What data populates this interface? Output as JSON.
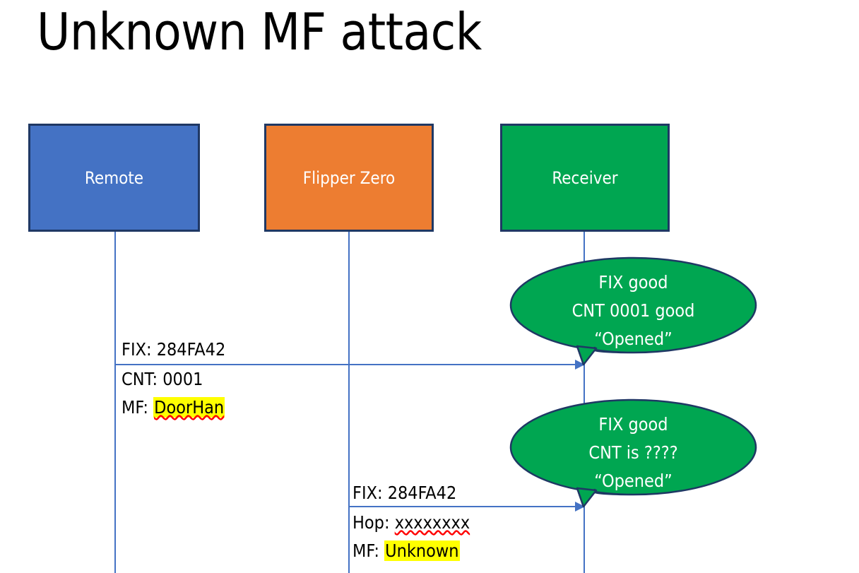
{
  "slide": {
    "title": "Unknown MF attack",
    "background": "#FFFFFF"
  },
  "colors": {
    "remote_fill": "#4472C4",
    "flipper_fill": "#ED7D31",
    "receiver_fill": "#00A651",
    "box_border": "#1F3864",
    "lifeline": "#4472C4",
    "callout_fill": "#00A651",
    "callout_border": "#1F3864",
    "highlight": "#FFFF00",
    "spellcheck_underline": "#FF0000",
    "text": "#000000",
    "box_label_text": "#FFFFFF"
  },
  "actors": [
    {
      "id": "remote",
      "label": "Remote"
    },
    {
      "id": "flipper",
      "label": "Flipper Zero"
    },
    {
      "id": "receiver",
      "label": "Receiver"
    }
  ],
  "messages": [
    {
      "id": "msg-1",
      "from": "remote",
      "to": "receiver",
      "label_above": "FIX: 284FA42",
      "label_below_line1_prefix": "CNT: ",
      "label_below_line1_value": "0001",
      "label_below_line2_prefix": "MF: ",
      "label_below_line2_value": "DoorHan",
      "value_highlighted": true
    },
    {
      "id": "msg-2",
      "from": "flipper",
      "to": "receiver",
      "label_above": "FIX: 284FA42",
      "label_below_line1_prefix": "Hop: ",
      "label_below_line1_value": "xxxxxxxx",
      "label_below_line2_prefix": "MF: ",
      "label_below_line2_value": "Unknown",
      "value_highlighted": true
    }
  ],
  "callouts": [
    {
      "id": "callout-1",
      "anchor": "receiver",
      "lines": [
        "FIX good",
        "CNT 0001 good",
        "“Opened”"
      ]
    },
    {
      "id": "callout-2",
      "anchor": "receiver",
      "lines": [
        "FIX good",
        "CNT is ????",
        "“Opened”"
      ]
    }
  ]
}
